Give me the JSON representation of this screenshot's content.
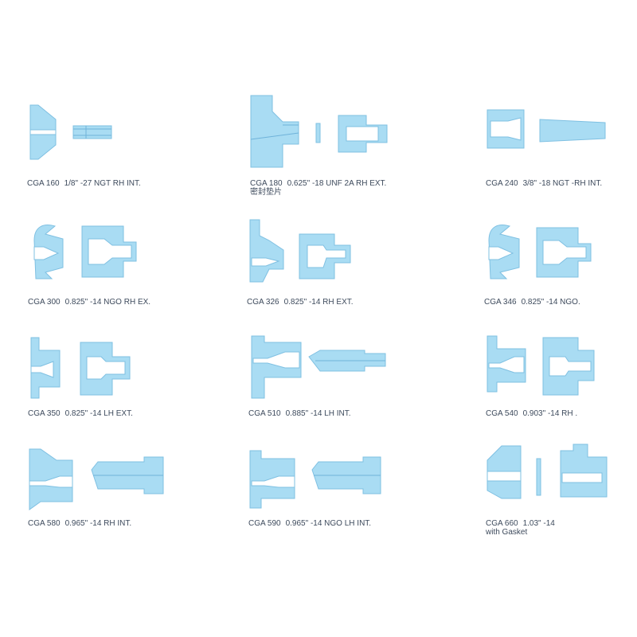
{
  "colors": {
    "part_fill": "#a9dcf3",
    "part_stroke": "#7fc0e2",
    "label_text": "#3d4a5c"
  },
  "fittings": [
    {
      "code": "CGA 160",
      "spec": "1/8\" -27 NGT RH INT.",
      "note": ""
    },
    {
      "code": "CGA 180",
      "spec": "0.625\" -18 UNF 2A RH EXT.",
      "note": "密封垫片"
    },
    {
      "code": "CGA 240",
      "spec": "3/8\" -18 NGT -RH INT.",
      "note": ""
    },
    {
      "code": "CGA 300",
      "spec": "0.825\" -14 NGO RH EX.",
      "note": ""
    },
    {
      "code": "CGA 326",
      "spec": "0.825\" -14 RH EXT.",
      "note": ""
    },
    {
      "code": "CGA 346",
      "spec": "0.825\" -14 NGO.",
      "note": ""
    },
    {
      "code": "CGA 350",
      "spec": "0.825\" -14 LH EXT.",
      "note": ""
    },
    {
      "code": "CGA 510",
      "spec": "0.885\" -14 LH INT.",
      "note": ""
    },
    {
      "code": "CGA 540",
      "spec": "0.903\" -14 RH .",
      "note": ""
    },
    {
      "code": "CGA 580",
      "spec": "0.965\" -14 RH INT.",
      "note": ""
    },
    {
      "code": "CGA 590",
      "spec": "0.965\" -14 NGO LH INT.",
      "note": ""
    },
    {
      "code": "CGA 660",
      "spec": "1.03\" -14",
      "note": "with Gasket"
    }
  ]
}
